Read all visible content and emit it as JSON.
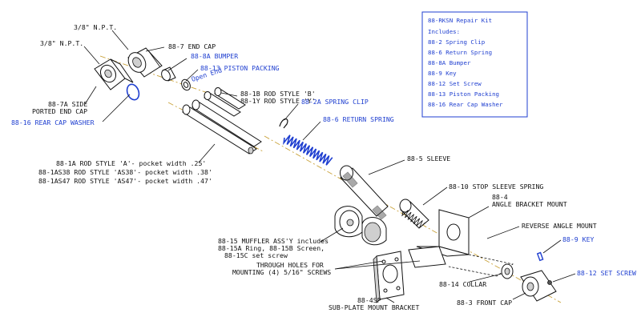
{
  "labels": {
    "npt_top": "3/8\" N.P.T.",
    "npt_left": "3/8\" N.P.T.",
    "end_cap": "88-7 END CAP",
    "bumper": "88-8A BUMPER",
    "piston_packing": "88-13 PISTON PACKING",
    "open_end": "Open End",
    "side_cap_1": "88-7A SIDE",
    "side_cap_2": "PORTED END CAP",
    "rear_cap_washer": "88-16 REAR CAP WASHER",
    "rod_b": "88-1B ROD STYLE 'B'",
    "rod_y": "88-1Y ROD STYLE 'Y'",
    "spring_clip": "88-2A SPRING CLIP",
    "return_spring": "88-6 RETURN SPRING",
    "rod_a": "88-1A ROD STYLE 'A'- pocket width .25'",
    "rod_as38": "88-1AS38 ROD STYLE 'AS38'- pocket width .38'",
    "rod_as47": "88-1AS47 ROD STYLE 'AS47'- pocket width .47'",
    "sleeve": "88-5 SLEEVE",
    "stop_sleeve_spring": "88-10 STOP SLEEVE SPRING",
    "angle_mount_1": "88-4",
    "angle_mount_2": "ANGLE BRACKET MOUNT",
    "reverse_angle_mount": "REVERSE ANGLE MOUNT",
    "key": "88-9 KEY",
    "set_screw": "88-12 SET SCREW",
    "muffler_1": "88-15 MUFFLER ASS'Y includes",
    "muffler_2": "88-15A Ring, 88-15B Screen,",
    "muffler_3": "88-15C set screw",
    "through_holes_1": "THROUGH HOLES FOR",
    "through_holes_2": "MOUNTING (4) 5/16\" SCREWS",
    "collar": "88-14 COLLAR",
    "front_cap": "88-3 FRONT CAP",
    "subplate_1": "88-4SP",
    "subplate_2": "SUB-PLATE MOUNT BRACKET"
  },
  "repair_kit": {
    "title": "88-RKSN Repair Kit",
    "includes": "Includes:",
    "items": [
      "88-2 Spring Clip",
      "88-6 Return Spring",
      "88-8A Bumper",
      "88-9 Key",
      "88-12 Set Screw",
      "88-13 Piston Packing",
      "88-16 Rear Cap Washer"
    ]
  },
  "colors": {
    "callout_blue": "#1f3fd0",
    "centerline": "#c9a23a",
    "ink": "#111111"
  }
}
